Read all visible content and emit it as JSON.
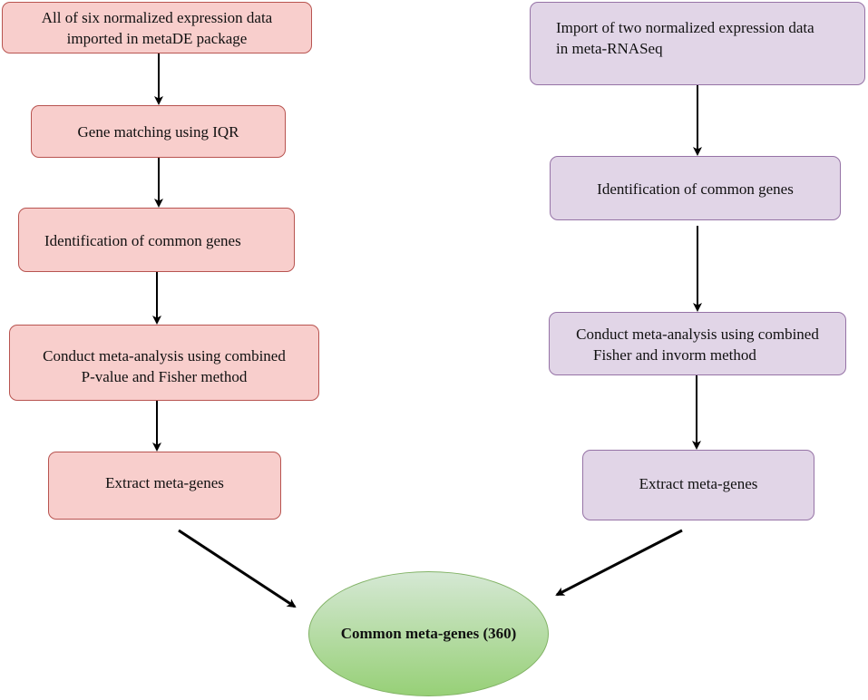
{
  "colors": {
    "left_fill": "#f8cecc",
    "left_stroke": "#b85450",
    "right_fill": "#e1d5e7",
    "right_stroke": "#9673a6",
    "result_fill_top": "#d5e8d4",
    "result_fill_bottom": "#97d077",
    "result_stroke": "#82b366",
    "arrow": "#000000"
  },
  "left": {
    "step1": {
      "line1": "All of six normalized expression data",
      "line2": "imported in metaDE package"
    },
    "step2": {
      "line1": "Gene matching using IQR"
    },
    "step3": {
      "line1": "Identification of common genes"
    },
    "step4": {
      "line1": "Conduct meta-analysis using combined",
      "line2": "P-value and Fisher method"
    },
    "step5": {
      "line1": "Extract meta-genes"
    }
  },
  "right": {
    "step1": {
      "line1": "Import of two normalized expression data",
      "line2": "in meta-RNASeq"
    },
    "step2": {
      "line1": "Identification of common genes"
    },
    "step3": {
      "line1": "Conduct meta-analysis using combined",
      "line2": "Fisher and invorm method"
    },
    "step4": {
      "line1": "Extract meta-genes"
    }
  },
  "result": {
    "label": "Common meta-genes (360)"
  }
}
